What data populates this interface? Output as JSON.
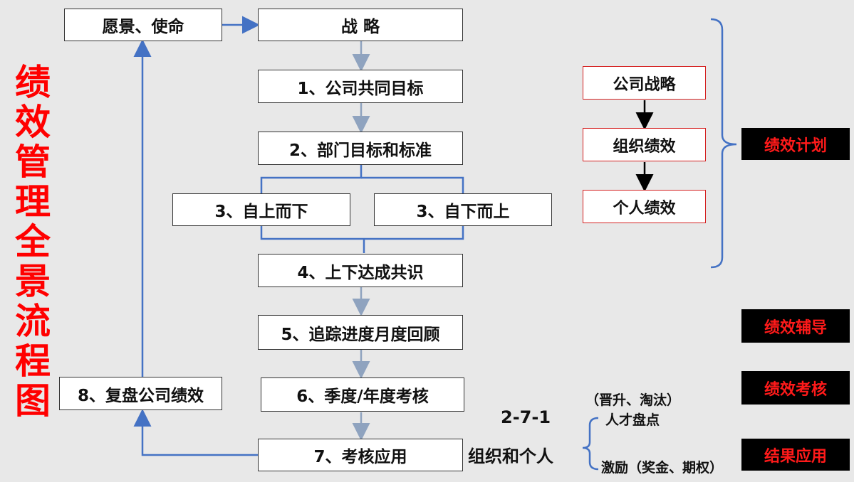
{
  "title": "绩效管理全景流程图",
  "flow": {
    "vision": "愿景、使命",
    "strategy": "战 略",
    "step1": "1、公司共同目标",
    "step2": "2、部门目标和标准",
    "step3a": "3、自上而下",
    "step3b": "3、自下而上",
    "step4": "4、上下达成共识",
    "step5": "5、追踪进度月度回顾",
    "step6": "6、季度/年度考核",
    "step7": "7、考核应用",
    "step8": "8、复盘公司绩效"
  },
  "plan_chain": [
    "公司战略",
    "组织绩效",
    "个人绩效"
  ],
  "stages": {
    "plan": "绩效计划",
    "coach": "绩效辅导",
    "assess": "绩效考核",
    "apply": "结果应用"
  },
  "application": {
    "ratio": "2-7-1",
    "scope": "组织和个人",
    "promo_note": "（晋升、淘汰）",
    "talent_review": "人才盘点",
    "incentive": "激励（奖金、期权）"
  },
  "colors": {
    "background": "#e8e8e8",
    "flow_line": "#4472c4",
    "down_arrow": "#8fa3bf",
    "title_red": "#ff0000",
    "tag_text": "#ff1a1a"
  }
}
